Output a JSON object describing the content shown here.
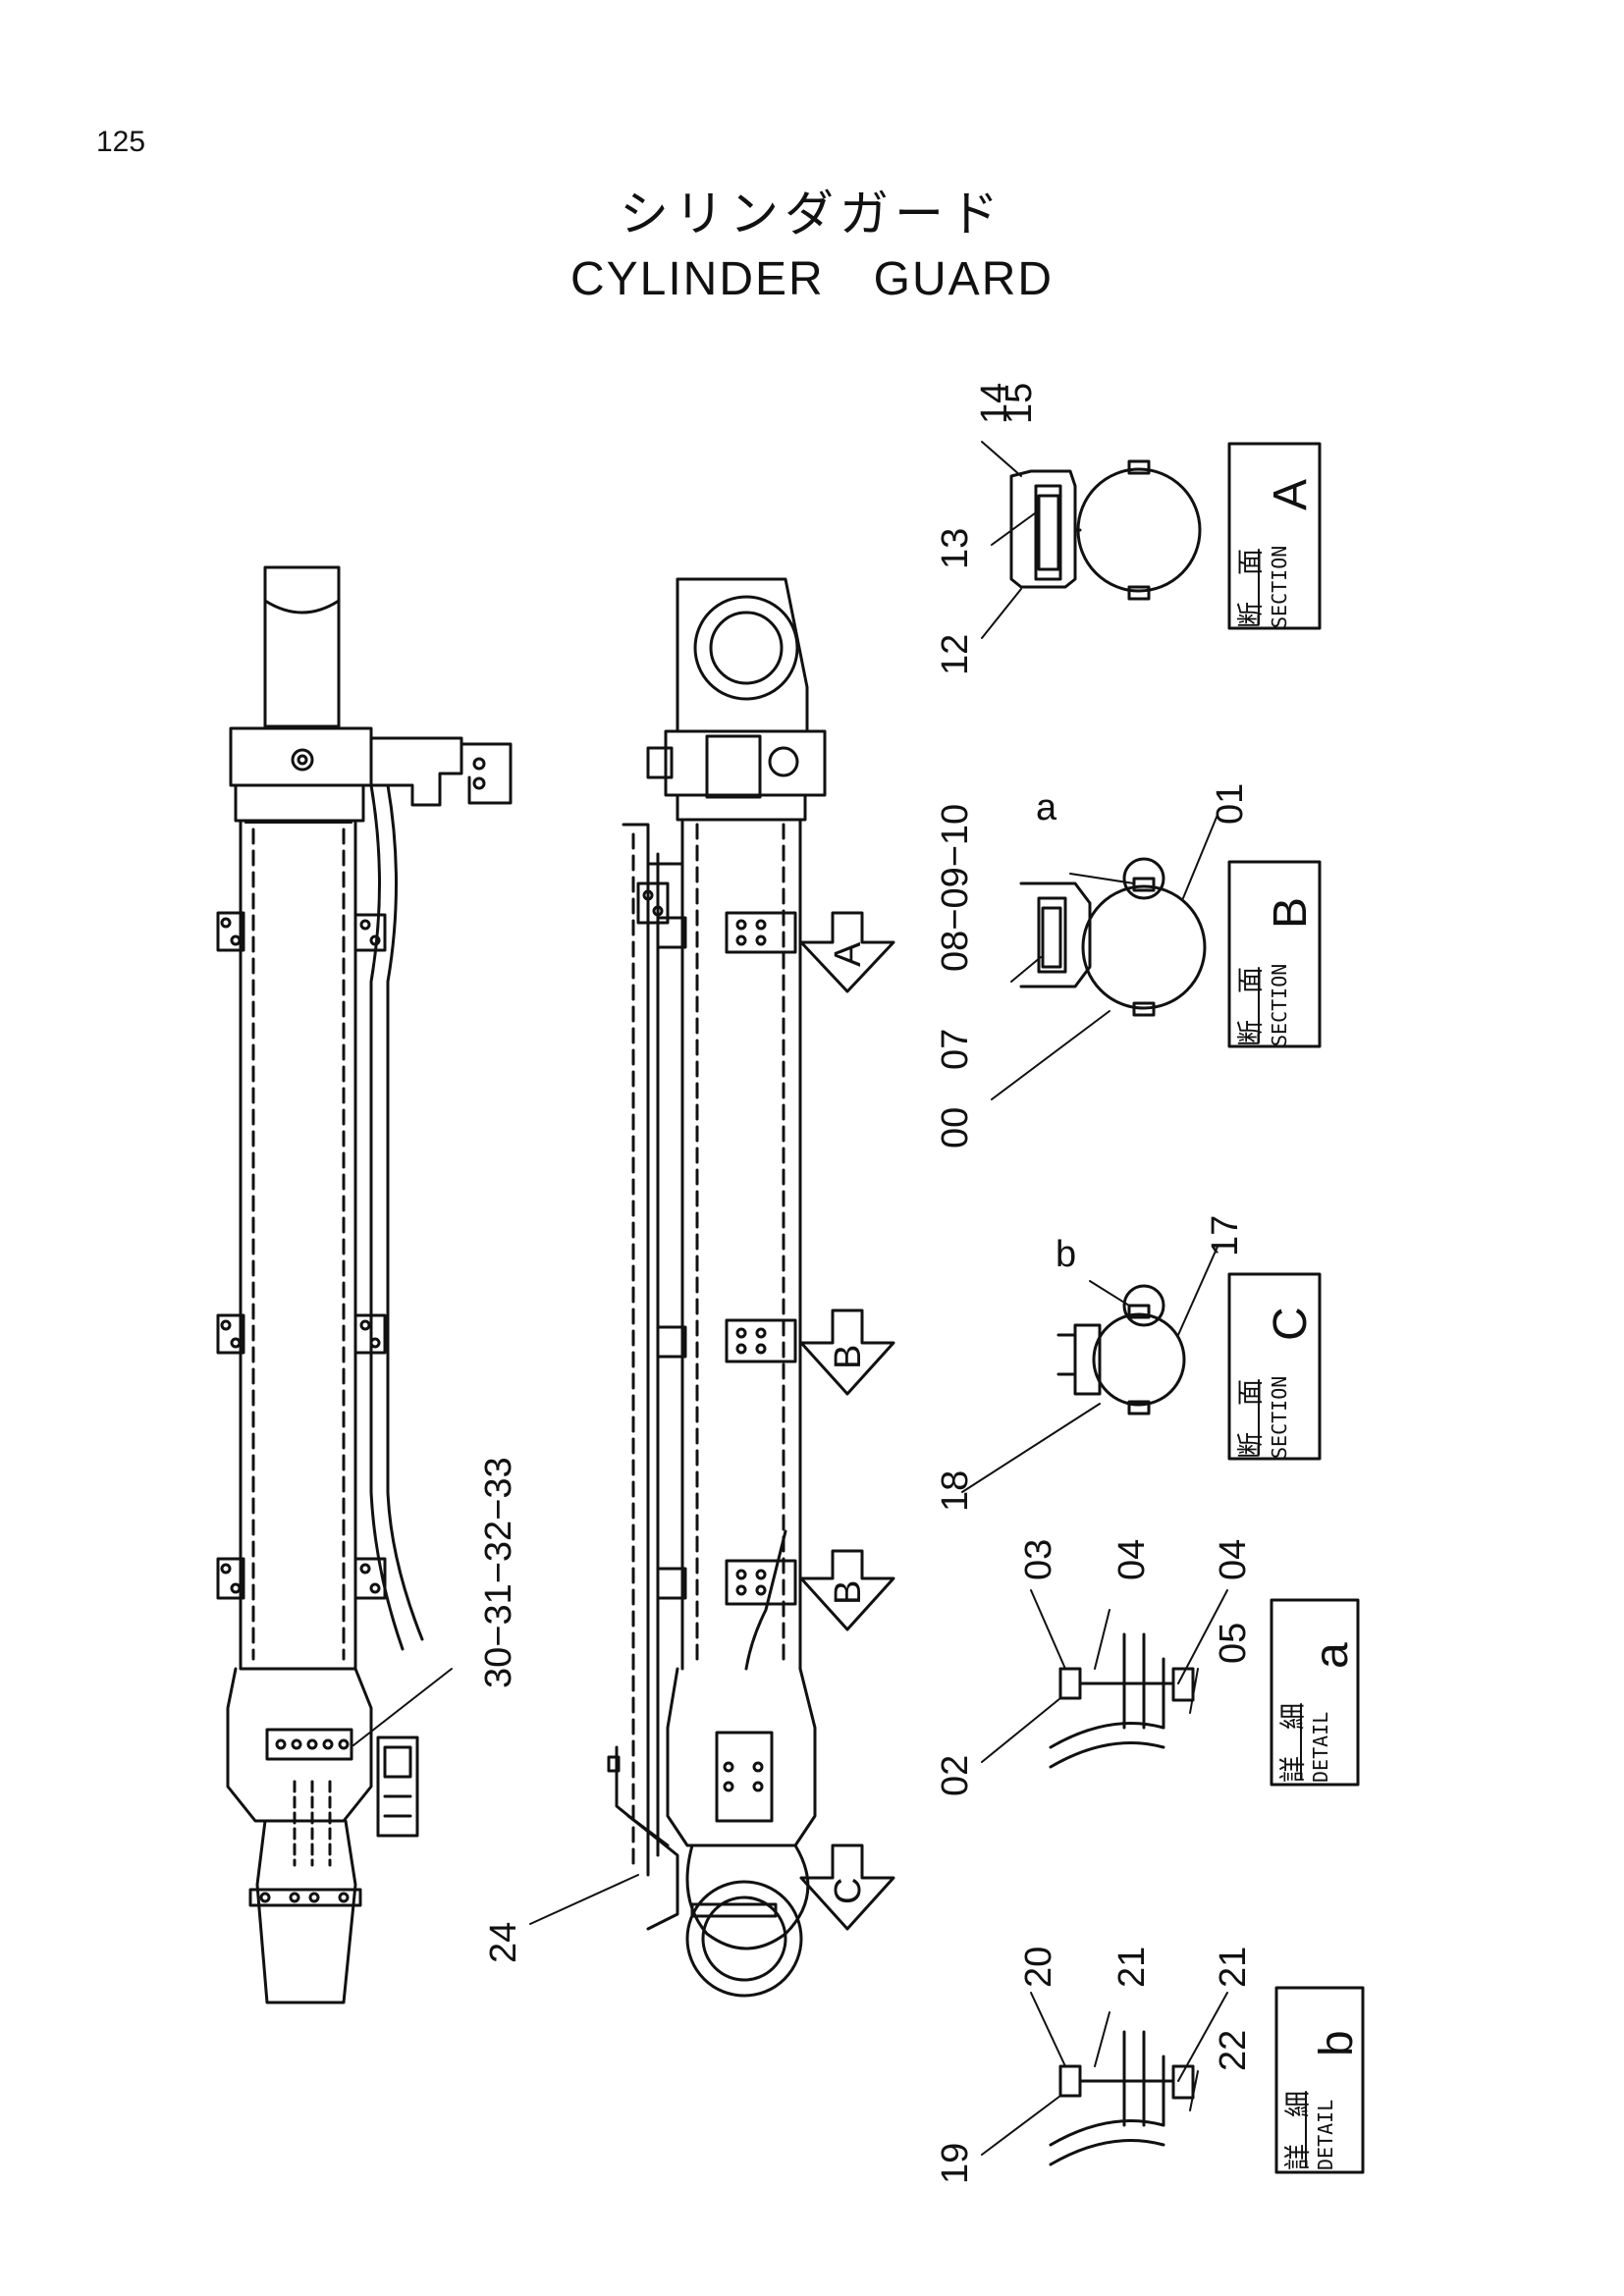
{
  "page": {
    "number": "125",
    "title_jp": "シリンダガード",
    "title_en": "CYLINDER　GUARD"
  },
  "callouts": {
    "c30_33": "30−31−32−33",
    "c24": "24",
    "c14": "14",
    "c15": "15",
    "c13": "13",
    "c12": "12",
    "c08_10": "08−09−10",
    "ca": "a",
    "c01": "01",
    "c07": "07",
    "c00": "00",
    "cb": "b",
    "c17": "17",
    "c18": "18",
    "c03": "03",
    "c04a": "04",
    "c04b": "04",
    "c05": "05",
    "c02": "02",
    "c20": "20",
    "c21a": "21",
    "c21b": "21",
    "c22": "22",
    "c19": "19"
  },
  "arrows": {
    "a": "A",
    "b1": "B",
    "b2": "B",
    "c": "C"
  },
  "section_boxes": {
    "a": {
      "jp": "断　面",
      "en": "SECTION",
      "letter": "A"
    },
    "b": {
      "jp": "断　面",
      "en": "SECTION",
      "letter": "B"
    },
    "c": {
      "jp": "断　面",
      "en": "SECTION",
      "letter": "C"
    }
  },
  "detail_boxes": {
    "a": {
      "jp": "詳　細",
      "en": "DETAIL",
      "letter": "a"
    },
    "b": {
      "jp": "詳　細",
      "en": "DETAIL",
      "letter": "b"
    }
  }
}
